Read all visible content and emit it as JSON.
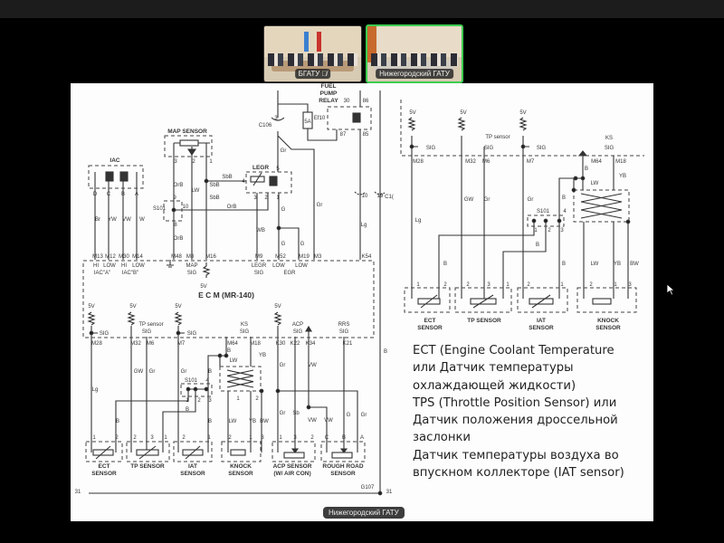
{
  "participants": [
    {
      "name": "БГАТУ",
      "muted": true,
      "active_speaker": false
    },
    {
      "name": "Нижегородский ГАТУ",
      "muted": false,
      "active_speaker": true
    }
  ],
  "screen_share_label": "Нижегородский ГАТУ",
  "colors": {
    "active_speaker_border": "#3ccc50",
    "background": "#000000",
    "slide": "#fdfdfd"
  },
  "slide_text": [
    "ECT (Engine Coolant Temperature",
    "или Датчик температуры",
    "охлаждающей жидкости)",
    "TPS (Throttle Position Sensor) или",
    "Датчик положения дроссельной",
    "заслонки",
    "Датчик температуры воздуха во",
    "впускном коллекторе (IAT sensor)"
  ],
  "diagram_labels": [
    "IAC",
    "D",
    "C",
    "B",
    "A",
    "Br",
    "YW",
    "VW",
    "W",
    "M13",
    "M12",
    "M30",
    "M14",
    "HI",
    "LOW",
    "HI",
    "LOW",
    "IAC\"A\"",
    "IAC\"B\"",
    "MAP SENSOR",
    "3",
    "2",
    "1",
    "OrB",
    "LW",
    "SbB",
    "SbB",
    "S101",
    "9",
    "10",
    "8",
    "OrB",
    "M48",
    "M8",
    "M16",
    "MAP",
    "SIG",
    "5V",
    "SbB",
    "LEGR",
    "4",
    "3",
    "2",
    "1",
    "5",
    "OrB",
    "WB",
    "G",
    "G",
    "G",
    "Gr",
    "Gr",
    "M9",
    "M52",
    "M19",
    "M3",
    "LEGR",
    "SIG",
    "LOW",
    "LOW",
    "EGR",
    "C106",
    "3",
    "FUEL",
    "PUMP",
    "RELAY",
    "Ef10",
    "5A",
    "30",
    "86",
    "87",
    "85",
    "10",
    "19",
    "Lg",
    "K54",
    "C1(",
    "E  C  M (MR-140)",
    "5V",
    "5V",
    "5V",
    "5V",
    "SIG",
    "TP sensor",
    "SIG",
    "SIG",
    "KS",
    "SIG",
    "ACP",
    "SIG",
    "RRS",
    "SIG",
    "M28",
    "M32",
    "M6",
    "M7",
    "M64",
    "M18",
    "K30",
    "K22",
    "K34",
    "K21",
    "Lg",
    "GW",
    "Gr",
    "Gr",
    "B",
    "YB",
    "LW",
    "Gr",
    "VW",
    "S101",
    "4",
    "1",
    "2",
    "3",
    "B",
    "B",
    "B",
    "B",
    "LW",
    "YB",
    "BW",
    "Gr",
    "Sb",
    "VW",
    "VW",
    "G",
    "Gr",
    "1",
    "2",
    "2",
    "3",
    "1",
    "2",
    "1",
    "2",
    "1",
    "3",
    "1",
    "3",
    "2",
    "C",
    "B",
    "A",
    "1",
    "2",
    "ECT",
    "SENSOR",
    "TP SENSOR",
    "IAT",
    "SENSOR",
    "KNOCK",
    "SENSOR",
    "ACP SENSOR",
    "(W/ AIR CON)",
    "ROUGH ROAD",
    "SENSOR",
    "31",
    "G107",
    "31",
    "B",
    "5V",
    "5V",
    "5V",
    "SIG",
    "TP sensor",
    "SIG",
    "SIG",
    "KS",
    "SIG",
    "M28",
    "M32",
    "M6",
    "M7",
    "M64",
    "M18",
    "Lg",
    "GW",
    "Gr",
    "Gr",
    "B",
    "YB",
    "LW",
    "S101",
    "4",
    "1",
    "2",
    "3",
    "B",
    "B",
    "B",
    "B",
    "LW",
    "YB",
    "BW",
    "1",
    "2",
    "2",
    "3",
    "1",
    "2",
    "1",
    "2",
    "1",
    "3",
    "ECT",
    "SENSOR",
    "TP SENSOR",
    "IAT",
    "SENSOR",
    "KNOCK",
    "SENSOR"
  ]
}
